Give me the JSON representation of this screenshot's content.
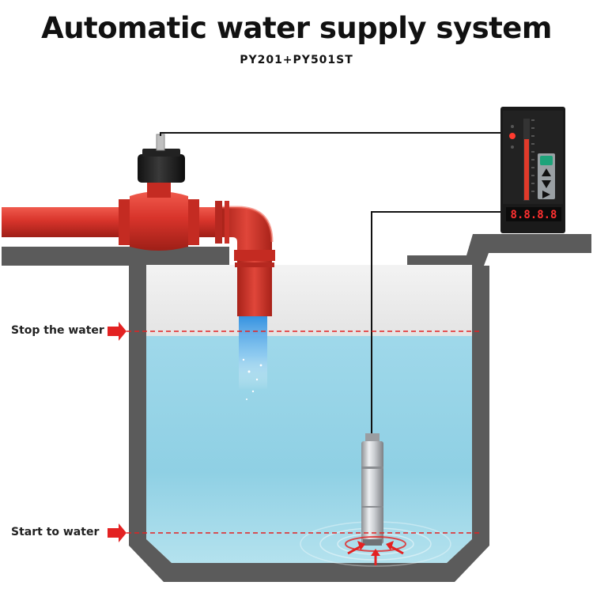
{
  "title": "Automatic water supply system",
  "subtitle": "PY201+PY501ST",
  "labels": {
    "stop": "Stop the water",
    "start": "Start to water"
  },
  "controller": {
    "display_value": "8.8.8.8"
  },
  "colors": {
    "pipe_red": "#d8342b",
    "tank_gray": "#5b5b5b",
    "water_blue": "#7fcde3",
    "marker_red": "#e32222"
  }
}
